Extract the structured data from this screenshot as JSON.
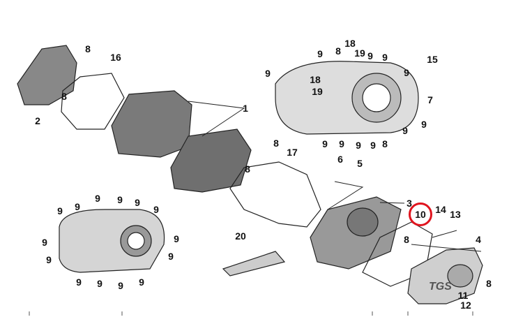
{
  "diagram": {
    "highlight_color": "#e0141e",
    "highlighted_part": "10",
    "logo_text": "TGS",
    "callouts": [
      "8",
      "16",
      "2",
      "8",
      "1",
      "8",
      "8",
      "17",
      "9",
      "9",
      "8",
      "18",
      "19",
      "9",
      "9",
      "15",
      "9",
      "18",
      "19",
      "7",
      "9",
      "9",
      "9",
      "9",
      "9",
      "9",
      "8",
      "6",
      "5",
      "3",
      "10",
      "14",
      "13",
      "4",
      "8",
      "8",
      "11",
      "12",
      "9",
      "9",
      "9",
      "9",
      "9",
      "9",
      "9",
      "9",
      "9",
      "9",
      "9",
      "9",
      "9",
      "9",
      "20"
    ]
  }
}
